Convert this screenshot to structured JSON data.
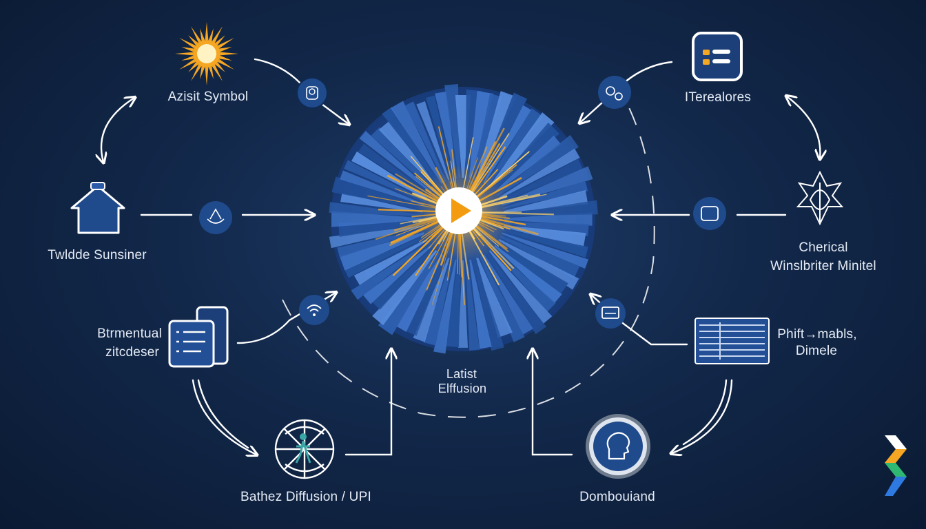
{
  "labels": {
    "azisit_symbol": "Azisit Symbol",
    "iterealores": "ITerealores",
    "twldde_sunsiner": "Twldde Sunsiner",
    "cherical_line1": "Cherical",
    "cherical_line2": "Winslbriter Minitel",
    "btrmentual_line1": "Btrmentual",
    "btrmentual_line2": "zitcdeser",
    "phift_line1": "Phift→mabls,",
    "phift_line2": "Dimele",
    "latist_line1": "Latist",
    "latist_line2": "Elffusion",
    "bathez": "Bathez Diffusion / UPI",
    "dombouiand": "Dombouiand"
  },
  "colors": {
    "background": "#12284a",
    "node_blue": "#1c3f7a",
    "ray_blue": "#4a7fd4",
    "burst_orange": "#f5a623",
    "play_orange": "#f39c12",
    "line_white": "#ffffff"
  },
  "icons": {
    "sun": "sun-icon",
    "list_app": "list-app-icon",
    "house": "house-icon",
    "lotus": "lotus-flower-icon",
    "document_stack": "document-stack-icon",
    "sheet": "spreadsheet-icon",
    "globe_figure": "globe-figure-icon",
    "head_profile": "head-profile-icon",
    "play": "play-icon",
    "brand_logo": "brand-chevron-logo"
  }
}
